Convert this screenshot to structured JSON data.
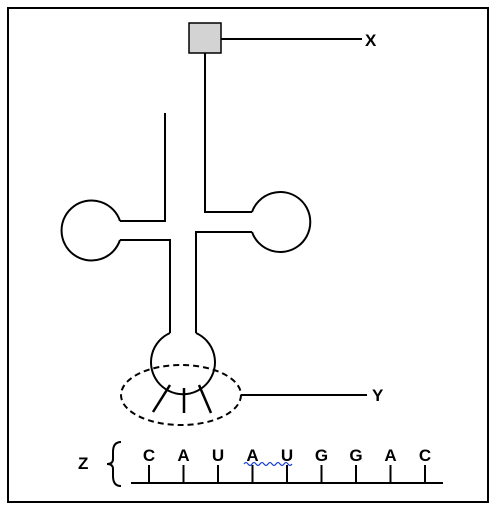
{
  "labels": {
    "x": "X",
    "y": "Y",
    "z": "Z"
  },
  "mrna": {
    "bases": [
      "C",
      "A",
      "U",
      "A",
      "U",
      "G",
      "G",
      "A",
      "C"
    ]
  },
  "colors": {
    "line": "#000000",
    "amino_acid_fill": "#d3d3d3",
    "spellcheck_underline": "#1a3fd6"
  }
}
